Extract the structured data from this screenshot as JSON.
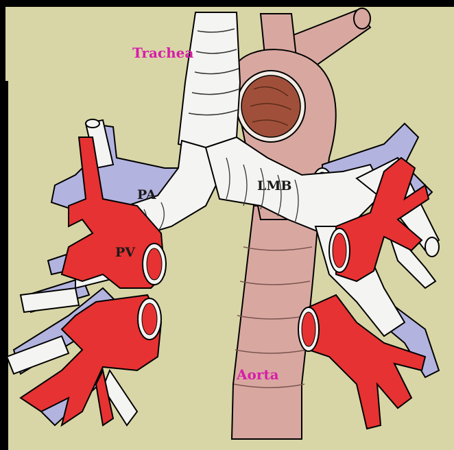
{
  "labels": {
    "trachea": "Trachea",
    "aorta": "Aorta",
    "pa": "PA",
    "pv": "PV",
    "lmb": "LMB"
  },
  "colors": {
    "background": "#d8d6a6",
    "border": "#000000",
    "airway": "#f4f4f2",
    "artery": "#b3b3e0",
    "vein": "#e63232",
    "aorta_wall": "#d8a8a0",
    "aorta_lumen": "#a0503a",
    "label_pink": "#d61fa8",
    "label_black": "#1a1a1a"
  }
}
